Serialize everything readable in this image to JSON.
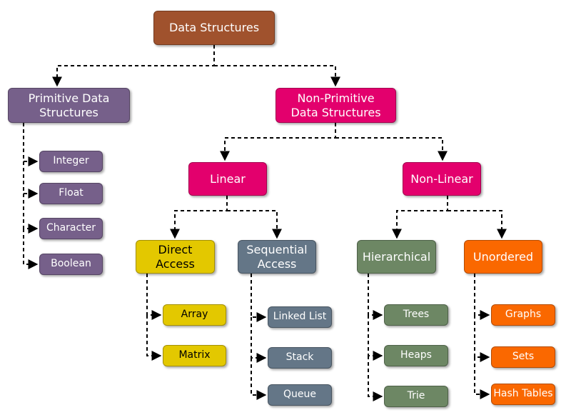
{
  "diagram": {
    "root": "Data Structures",
    "primitive": {
      "label": "Primitive Data\nStructures",
      "items": [
        "Integer",
        "Float",
        "Character",
        "Boolean"
      ]
    },
    "non_primitive": {
      "label": "Non-Primitive\nData Structures",
      "linear": {
        "label": "Linear",
        "direct_access": {
          "label": "Direct\nAccess",
          "items": [
            "Array",
            "Matrix"
          ]
        },
        "sequential_access": {
          "label": "Sequential\nAccess",
          "items": [
            "Linked List",
            "Stack",
            "Queue"
          ]
        }
      },
      "non_linear": {
        "label": "Non-Linear",
        "hierarchical": {
          "label": "Hierarchical",
          "items": [
            "Trees",
            "Heaps",
            "Trie"
          ]
        },
        "unordered": {
          "label": "Unordered",
          "items": [
            "Graphs",
            "Sets",
            "Hash Tables"
          ]
        }
      }
    }
  },
  "colors": {
    "root": "#a0522d",
    "primitive": "#76608a",
    "non_primitive": "#e3006d",
    "direct_access": "#e3c800",
    "sequential_access": "#647687",
    "hierarchical": "#6d8764",
    "unordered": "#fa6800"
  }
}
